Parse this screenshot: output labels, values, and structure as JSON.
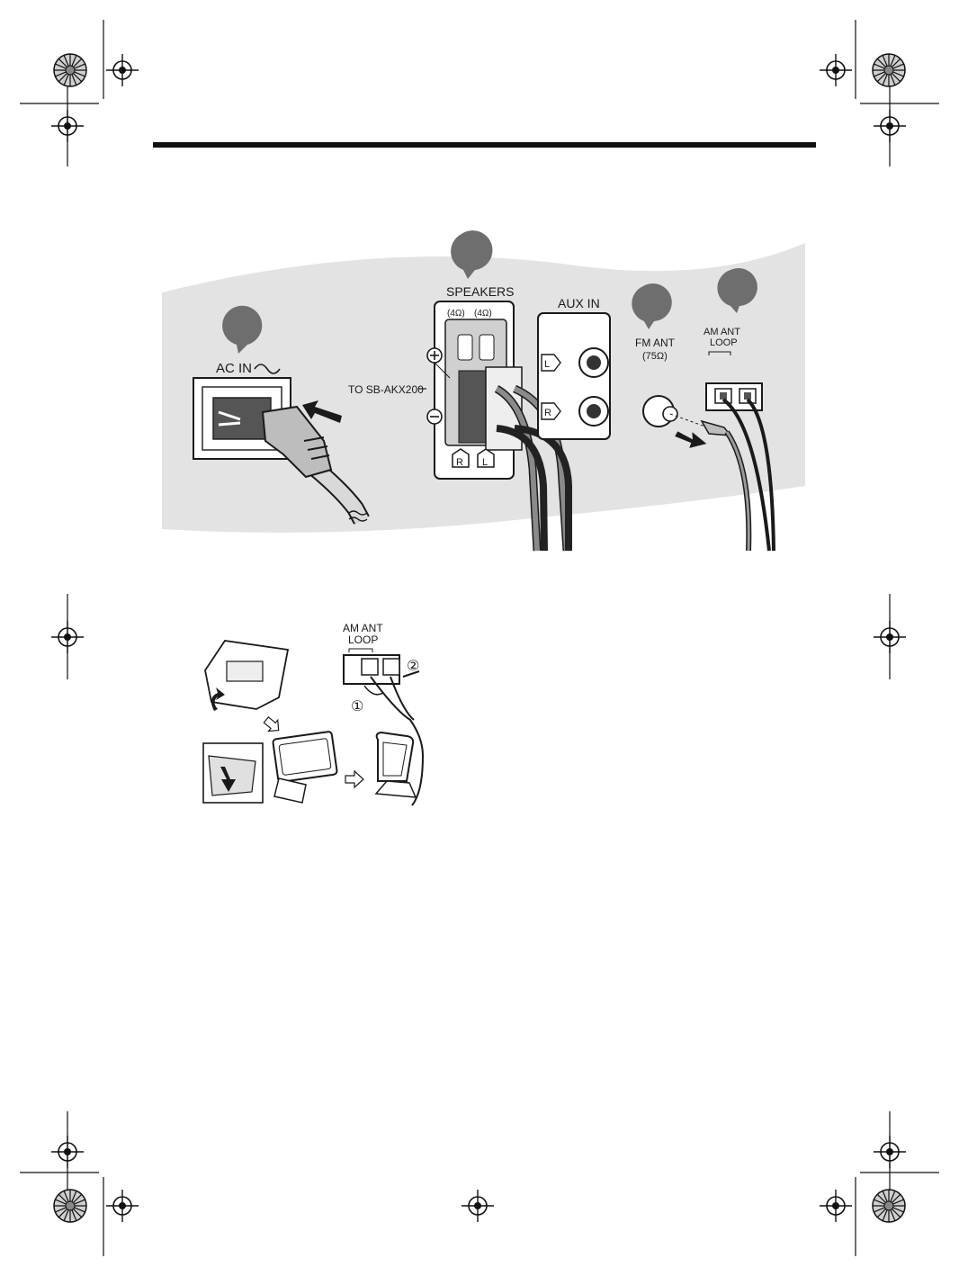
{
  "panel": {
    "speakers_label": "SPEAKERS",
    "impedance_r": "(4Ω)",
    "impedance_l": "(4Ω)",
    "to_speaker_label": "TO SB-AKX200",
    "aux_label": "AUX IN",
    "aux_l_badge": "L",
    "aux_r_badge": "R",
    "fm_label": "FM ANT",
    "fm_impedance": "(75Ω)",
    "am_label_line1": "AM ANT",
    "am_label_line2": "LOOP",
    "ac_label": "AC IN",
    "speaker_r_badge": "R",
    "speaker_l_badge": "L"
  },
  "am_assembly": {
    "label_line1": "AM ANT",
    "label_line2": "LOOP",
    "step1": "①",
    "step2": "②"
  },
  "colors": {
    "panel_bg": "#e3e3e3",
    "callout": "#6e6e6e",
    "outline": "#1a1a1a",
    "cable_grey": "#8a8a8a",
    "cable_black": "#222222"
  }
}
